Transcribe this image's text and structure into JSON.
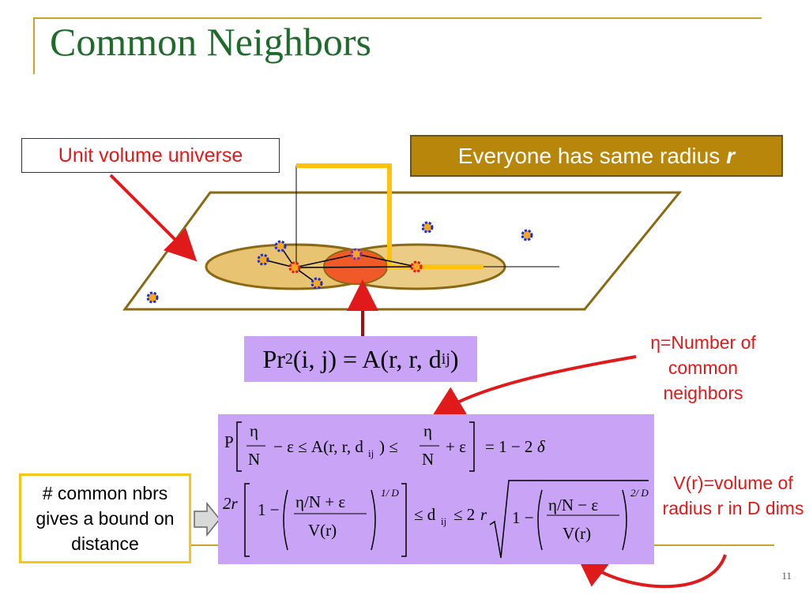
{
  "slide": {
    "title": "Common Neighbors",
    "page_number": "11"
  },
  "labels": {
    "unit_volume": "Unit volume universe",
    "radius_prefix": "Everyone has same radius",
    "radius_symbol": "r",
    "eta_note": "η=Number of common neighbors",
    "vr_note": "V(r)=volume of radius r in D dims",
    "nbrs_note": "# common nbrs gives a bound on distance"
  },
  "formulas": {
    "pr2_lhs": "Pr",
    "pr2_sub": "2",
    "pr2_args": "(i, j) = A(r, r, d",
    "pr2_sub2": "ij",
    "pr2_close": ")"
  },
  "colors": {
    "title_green": "#1f6b2c",
    "accent_gold": "#b8860b",
    "formula_purple": "#c9a3f5",
    "arrow_red": "#e0191a"
  }
}
